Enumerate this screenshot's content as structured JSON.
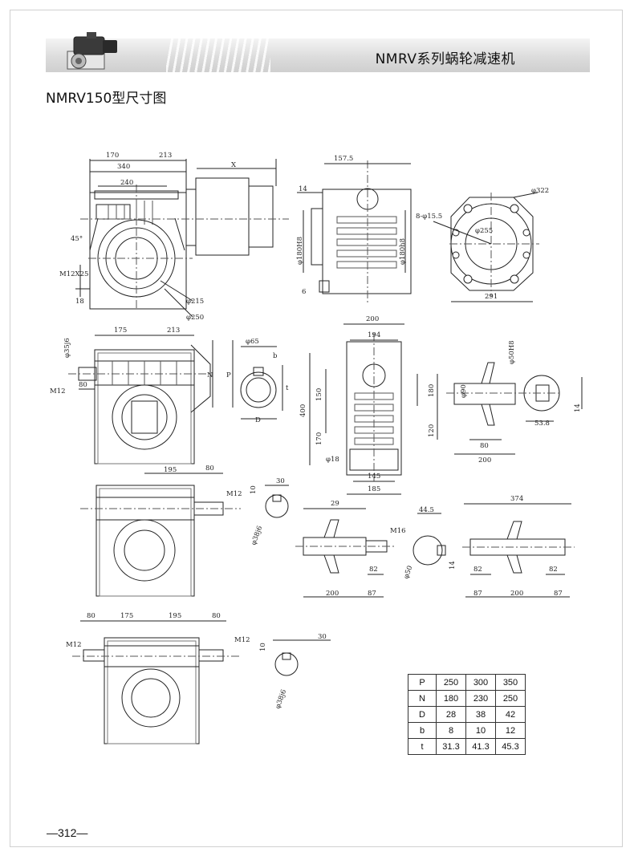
{
  "header": {
    "title": "NMRV系列蜗轮减速机",
    "thumbnail_icon": "worm-gear-motor-icon"
  },
  "section_title": "NMRV150型尺寸图",
  "dimensions": {
    "top_view": [
      "170",
      "213",
      "340",
      "240",
      "X",
      "45°",
      "M12X25",
      "18",
      "φ215",
      "φ250"
    ],
    "side_view": [
      "157.5",
      "14",
      "φ180H8",
      "φ180h8",
      "6"
    ],
    "flange_view": [
      "8-φ15.5",
      "φ322",
      "φ255",
      "291"
    ],
    "input_view": [
      "175",
      "213",
      "φ35j6",
      "M12",
      "80",
      "N",
      "P"
    ],
    "key_section": [
      "φ65",
      "b",
      "t",
      "D"
    ],
    "housing_front": [
      "200",
      "194",
      "400",
      "150",
      "170",
      "φ18",
      "180",
      "120",
      "145",
      "185"
    ],
    "output_shaft": [
      "φ90",
      "φ50H8",
      "14",
      "53.8",
      "80",
      "200"
    ],
    "double_shaft_view": [
      "195",
      "80",
      "M12"
    ],
    "shaft_key_1": [
      "10",
      "30",
      "φ38j6"
    ],
    "hollow_shaft": [
      "29",
      "M16",
      "82",
      "200",
      "87"
    ],
    "shaft_key_2": [
      "44.5",
      "14",
      "φ50"
    ],
    "long_shaft": [
      "374",
      "82",
      "82",
      "87",
      "200",
      "87"
    ],
    "bottom_view": [
      "80",
      "175",
      "195",
      "80",
      "M12",
      "M12"
    ],
    "shaft_key_3": [
      "10",
      "30",
      "φ38j6"
    ]
  },
  "spec_table": {
    "rows": [
      {
        "label": "P",
        "values": [
          "250",
          "300",
          "350"
        ]
      },
      {
        "label": "N",
        "values": [
          "180",
          "230",
          "250"
        ]
      },
      {
        "label": "D",
        "values": [
          "28",
          "38",
          "42"
        ]
      },
      {
        "label": "b",
        "values": [
          "8",
          "10",
          "12"
        ]
      },
      {
        "label": "t",
        "values": [
          "31.3",
          "41.3",
          "45.3"
        ]
      }
    ]
  },
  "page_number": "—312—"
}
